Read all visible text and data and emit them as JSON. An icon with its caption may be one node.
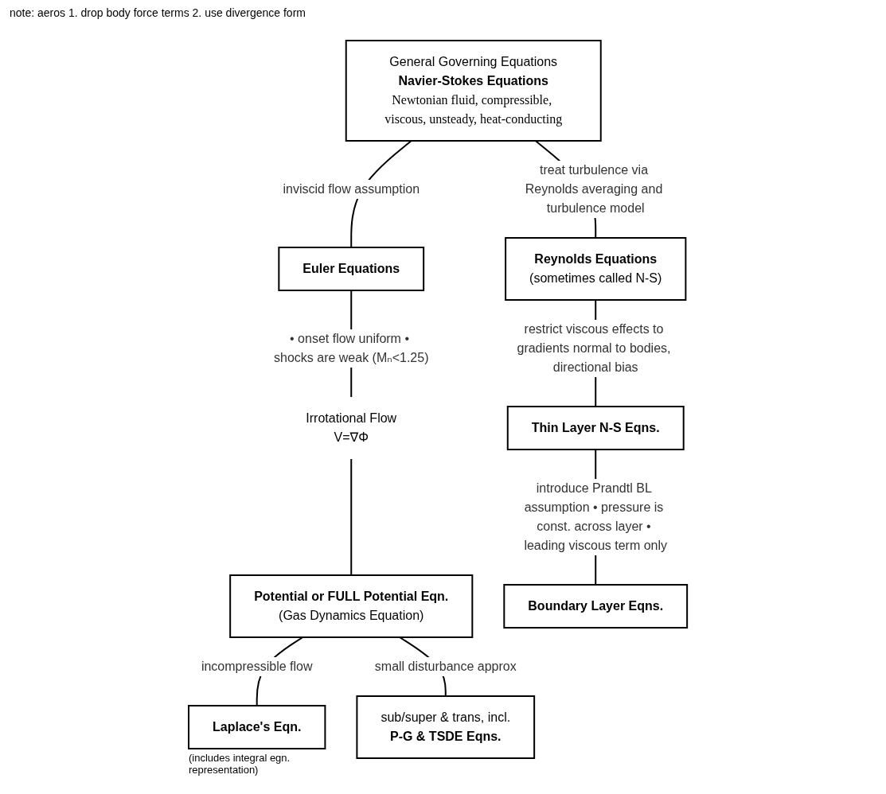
{
  "diagram": {
    "nodes": [
      {
        "text": [
          "General Governing Equations",
          "Navier-Stokes Equations",
          "Newtonian fluid, compressible, viscous, unsteady, heat-conducting"
        ]
      },
      {
        "text": [
          "Euler Equations"
        ]
      },
      {
        "text": [
          "Irrotational Flow",
          "V=∇Φ"
        ]
      },
      {
        "text": [
          "Potential or FULL Potential Eqn.",
          "(Gas Dynamics Equation)"
        ]
      },
      {
        "text": [
          "Laplace's Eqn."
        ],
        "beside": [
          "(includes integral egn. representation)"
        ]
      },
      {
        "text": [
          "sub/super & trans, incl.",
          "P-G & TSDE Eqns."
        ]
      },
      {
        "text": [
          "Reynolds Equations",
          "(sometimes called N-S)"
        ]
      },
      {
        "text": [
          "Thin Layer N-S Eqns."
        ]
      },
      {
        "text": [
          "Boundary Layer Eqns."
        ]
      }
    ],
    "edges": [
      {
        "from": 0,
        "to": 1,
        "arrow": "none",
        "label": "inviscid flow assumption"
      },
      {
        "from": 1,
        "to": 2,
        "arrow": "none",
        "label": "• onset flow uniform • shocks are weak (Mₙ<1.25)"
      },
      {
        "from": 2,
        "to": 3,
        "arrow": "none"
      },
      {
        "from": 3,
        "to": 4,
        "arrow": "none",
        "label": "incompressible flow"
      },
      {
        "from": 3,
        "to": 5,
        "arrow": "none",
        "label": "small disturbance approx"
      },
      {
        "from": 0,
        "to": 6,
        "arrow": "none",
        "label": "treat turbulence via Reynolds averaging and turbulence model"
      },
      {
        "from": 6,
        "to": 7,
        "arrow": "none",
        "label": "restrict viscous effects to gradients normal to bodies, directional bias"
      },
      {
        "from": 7,
        "to": 8,
        "arrow": "none",
        "label": "introduce Prandtl BL assumption • pressure is const. across layer • leading viscous term only"
      }
    ],
    "labels": [
      "note: aeros 1. drop body force terms 2. use divergence form"
    ]
  }
}
